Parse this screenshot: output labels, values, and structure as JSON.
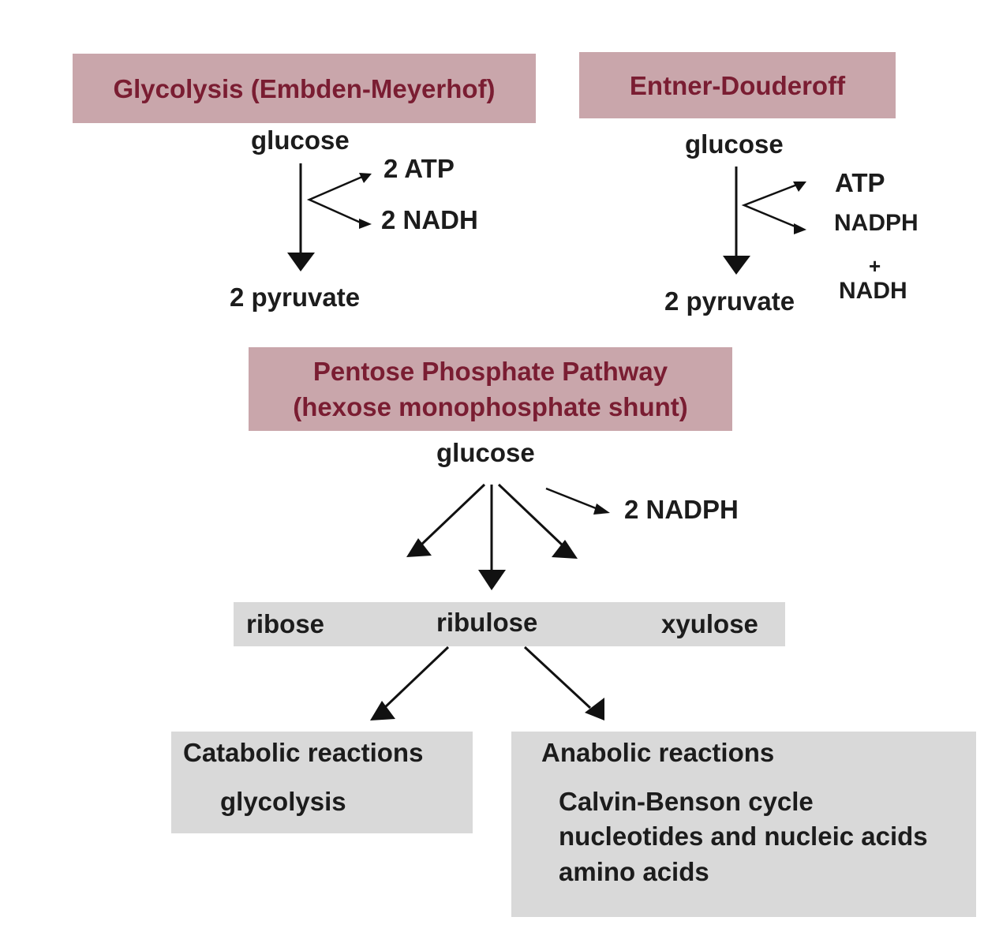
{
  "glycolysis": {
    "title": "Glycolysis (Embden-Meyerhof)",
    "substrate": "glucose",
    "yield_atp": "2 ATP",
    "yield_nadh": "2 NADH",
    "product": "2 pyruvate"
  },
  "entner_doudoroff": {
    "title": "Entner-Douderoff",
    "substrate": "glucose",
    "yield_atp": "ATP",
    "yield_nadph": "NADPH",
    "plus": "+",
    "yield_nadh": "NADH",
    "product": "2 pyruvate"
  },
  "pentose_phosphate": {
    "title_line1": "Pentose Phosphate Pathway",
    "title_line2": "(hexose monophosphate shunt)",
    "substrate": "glucose",
    "yield_nadph": "2 NADPH",
    "sugars": [
      "ribose",
      "ribulose",
      "xyulose"
    ]
  },
  "catabolic": {
    "heading": "Catabolic reactions",
    "items": [
      "glycolysis"
    ]
  },
  "anabolic": {
    "heading": "Anabolic reactions",
    "items": [
      "Calvin-Benson cycle",
      "nucleotides and nucleic acids",
      "amino acids"
    ]
  },
  "colors": {
    "title_box_fill": "#c9a6ab",
    "title_text": "#7a1d32",
    "gray_box_fill": "#d9d9d9",
    "text": "#1c1c1c"
  }
}
